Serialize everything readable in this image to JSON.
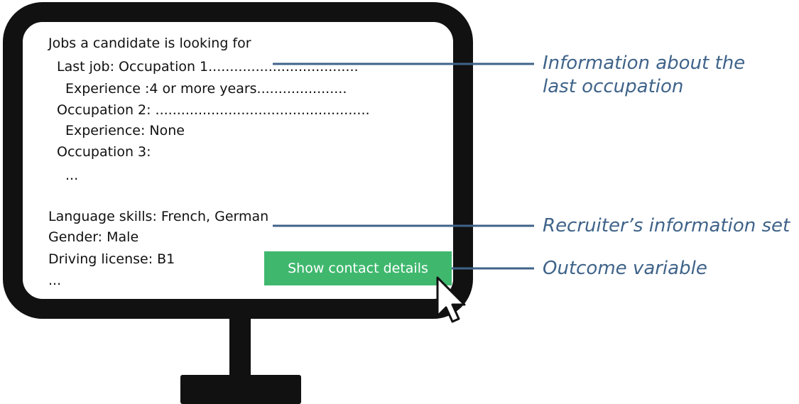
{
  "screen": {
    "lines": [
      "Jobs a candidate is looking for",
      "Last job: Occupation 1...................................",
      "Experience :4 or more years.....................",
      "Occupation 2: ..................................................",
      "Experience: None",
      "Occupation 3:",
      "...",
      "Language skills: French, German",
      "Gender: Male",
      "Driving license: B1",
      "..."
    ],
    "button_label": "Show contact details"
  },
  "callouts": {
    "last_occupation": [
      "Information about the",
      "last occupation"
    ],
    "info_set": "Recruiter’s information set",
    "outcome": "Outcome variable"
  },
  "colors": {
    "frame": "#111111",
    "button": "#3fb86e",
    "callout_text": "#3f6389",
    "callout_line": "#3f6389"
  },
  "icons": {
    "cursor": "mouse-pointer-arrow"
  }
}
